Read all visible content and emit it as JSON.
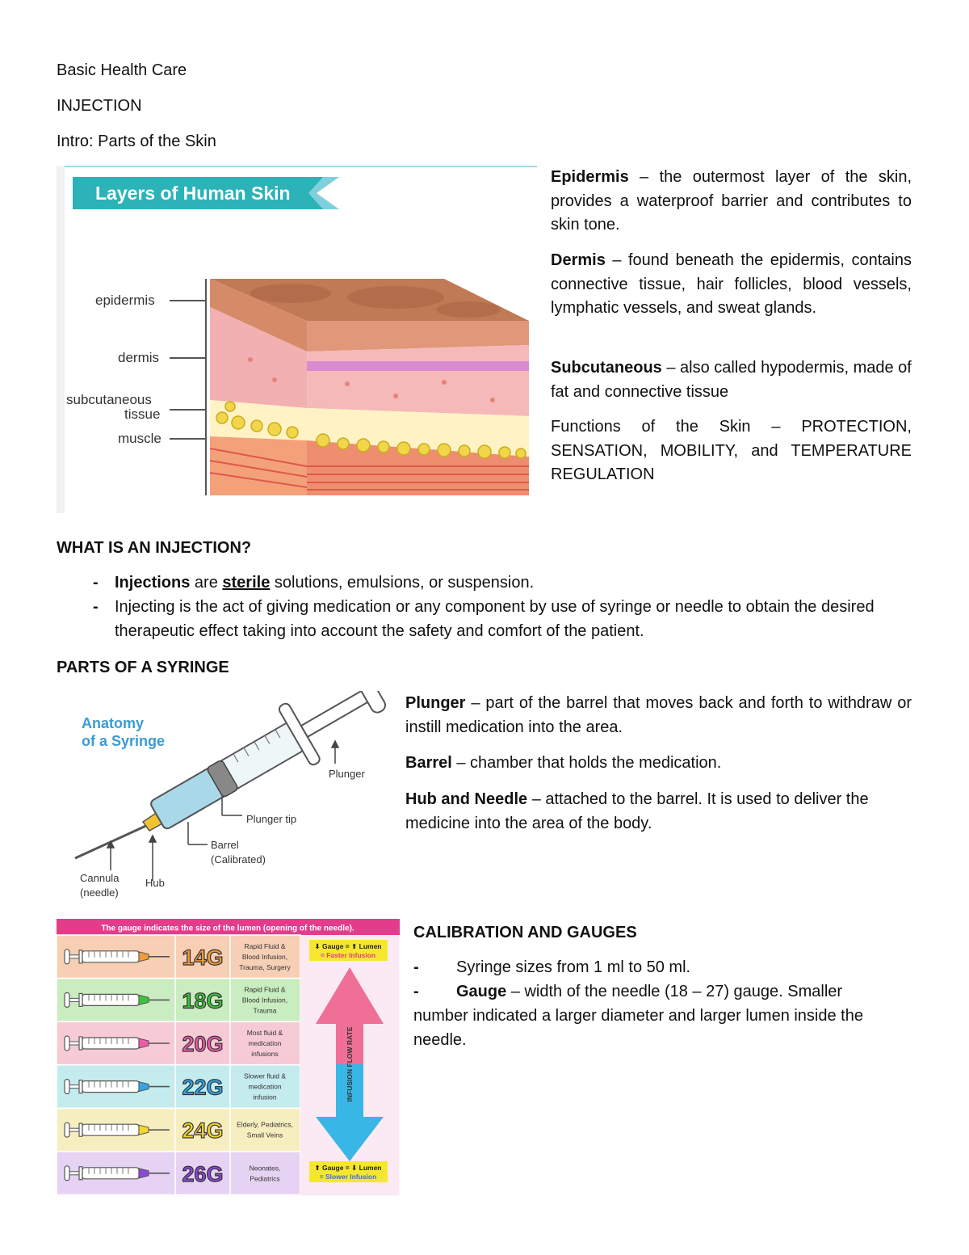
{
  "header": {
    "course": "Basic Health Care",
    "topic": "INJECTION",
    "intro": "Intro: Parts of the Skin"
  },
  "skin_figure": {
    "title": "Layers of Human Skin",
    "labels": [
      "epidermis",
      "dermis",
      "subcutaneous",
      "tissue",
      "muscle"
    ]
  },
  "skin_terms": {
    "epidermis_term": "Epidermis",
    "epidermis_def": " – the outermost layer of the skin, provides a waterproof barrier and contributes to skin tone.",
    "dermis_term": "Dermis",
    "dermis_def": " – found beneath the epidermis, contains connective tissue, hair follicles, blood vessels, lymphatic vessels, and sweat glands.",
    "subcutaneous_term": "Subcutaneous",
    "subcutaneous_def": " – also called hypodermis, made of fat and connective tissue",
    "functions": "Functions of the Skin – PROTECTION, SENSATION, MOBILITY, and TEMPERATURE REGULATION"
  },
  "injection": {
    "heading": "WHAT IS AN INJECTION?",
    "b1_term": "Injections",
    "b1_are": " are ",
    "b1_sterile": "sterile",
    "b1_rest": " solutions, emulsions, or suspension.",
    "b2": "Injecting is the act of giving medication or any component by use of syringe or needle to obtain the desired therapeutic effect taking into account the safety and comfort of the patient.",
    "dash": "-"
  },
  "syringe": {
    "heading": "PARTS OF A SYRINGE",
    "figure_title_1": "Anatomy",
    "figure_title_2": "of a Syringe",
    "label_plunger": "Plunger",
    "label_plunger_tip": "Plunger tip",
    "label_barrel": "Barrel",
    "label_calibrated": "(Calibrated)",
    "label_cannula": "Cannula",
    "label_needle": "(needle)",
    "label_hub": "Hub",
    "plunger_term": "Plunger",
    "plunger_def": " – part of the barrel that moves back and forth to withdraw or instill medication into the area.",
    "barrel_term": "Barrel",
    "barrel_def": " – chamber that holds the medication.",
    "hub_term": "Hub and Needle",
    "hub_def": " – attached to the barrel. It is used to deliver the medicine into the area of the body."
  },
  "gauge_figure": {
    "banner": "The gauge indicates the size of the lumen (opening of the needle).",
    "top_note_1": "⬇ Gauge = ⬆ Lumen",
    "top_note_2": "= Faster Infusion",
    "bottom_note_1": "⬆ Gauge = ⬇ Lumen",
    "bottom_note_2": "= Slower Infusion",
    "arrow_label": "INFUSION FLOW RATE",
    "rows": [
      {
        "gauge": "14G",
        "use1": "Rapid Fluid &",
        "use2": "Blood Infusion,",
        "use3": "Trauma, Surgery",
        "bg": "#f6cfb4",
        "color": "#f39a3b"
      },
      {
        "gauge": "18G",
        "use1": "Rapid Fluid &",
        "use2": "Blood Infusion,",
        "use3": "Trauma",
        "bg": "#c9ecc0",
        "color": "#3ec43a"
      },
      {
        "gauge": "20G",
        "use1": "Most fluid &",
        "use2": "medication",
        "use3": "infusions",
        "bg": "#f7cbd6",
        "color": "#ef5aa9"
      },
      {
        "gauge": "22G",
        "use1": "Slower fluid &",
        "use2": "medication",
        "use3": "infusion",
        "bg": "#c4ebee",
        "color": "#33a6e6"
      },
      {
        "gauge": "24G",
        "use1": "Elderly, Pediatrics,",
        "use2": "Small Veins",
        "use3": "",
        "bg": "#f7eec0",
        "color": "#f4d52b"
      },
      {
        "gauge": "26G",
        "use1": "Neonates,",
        "use2": "Pediatrics",
        "use3": "",
        "bg": "#e6d3f3",
        "color": "#8b47d8"
      }
    ]
  },
  "calibration": {
    "heading": "CALIBRATION AND GAUGES",
    "dash": "-",
    "item1": "Syringe sizes from 1 ml to 50 ml.",
    "gauge_term": "Gauge",
    "gauge_def_1": " – width of the needle (18 – 27) gauge. Smaller",
    "gauge_def_2": "number indicated a larger diameter and larger lumen inside the needle."
  },
  "colors": {
    "banner_teal": "#2bb3b8",
    "banner_pink": "#e23c8b",
    "arrow_pink": "#ef6f96",
    "arrow_blue": "#38b7e6",
    "syringe_text_blue": "#3b9bd3"
  }
}
